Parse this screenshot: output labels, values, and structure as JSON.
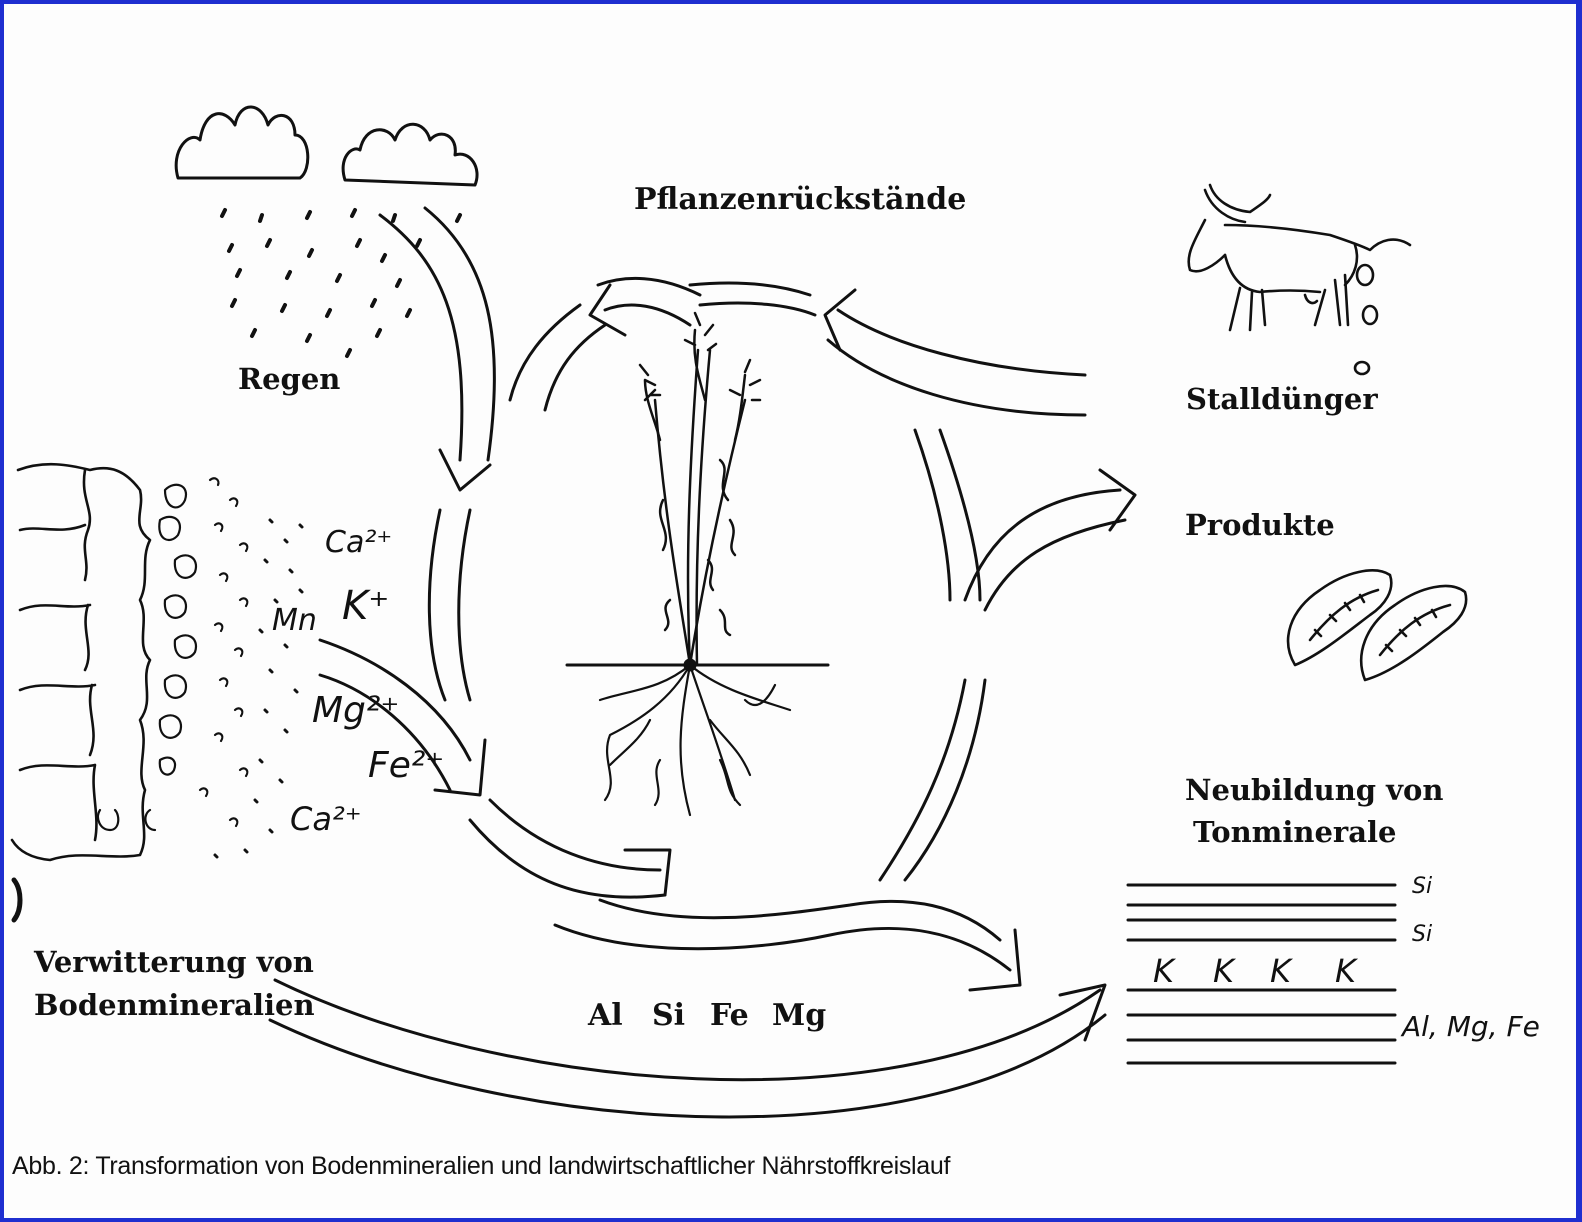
{
  "labels": {
    "pflanzen": "Pflanzenrückstände",
    "regen": "Regen",
    "stall": "Stalldünger",
    "produkte": "Produkte",
    "neubildung_1": "Neubildung von",
    "neubildung_2": "Tonminerale",
    "verwitterung_1": "Verwitterung von",
    "verwitterung_2": "Bodenmineralien",
    "elements": [
      "Al",
      "Si",
      "Fe",
      "Mg"
    ]
  },
  "ions": [
    "Ca²⁺",
    "K⁺",
    "Mn",
    "Mg²⁺",
    "Fe²⁺",
    "Ca²⁺"
  ],
  "clay_layers": {
    "si_top": "Si",
    "si_second": "Si",
    "k": [
      "K",
      "K",
      "K",
      "K"
    ],
    "bottom": "Al, Mg, Fe"
  },
  "caption": "Abb. 2: Transformation von Bodenmineralien und landwirtschaftlicher Nährstoffkreislauf",
  "colors": {
    "frame": "#1f2fd0",
    "ink": "#111111"
  }
}
